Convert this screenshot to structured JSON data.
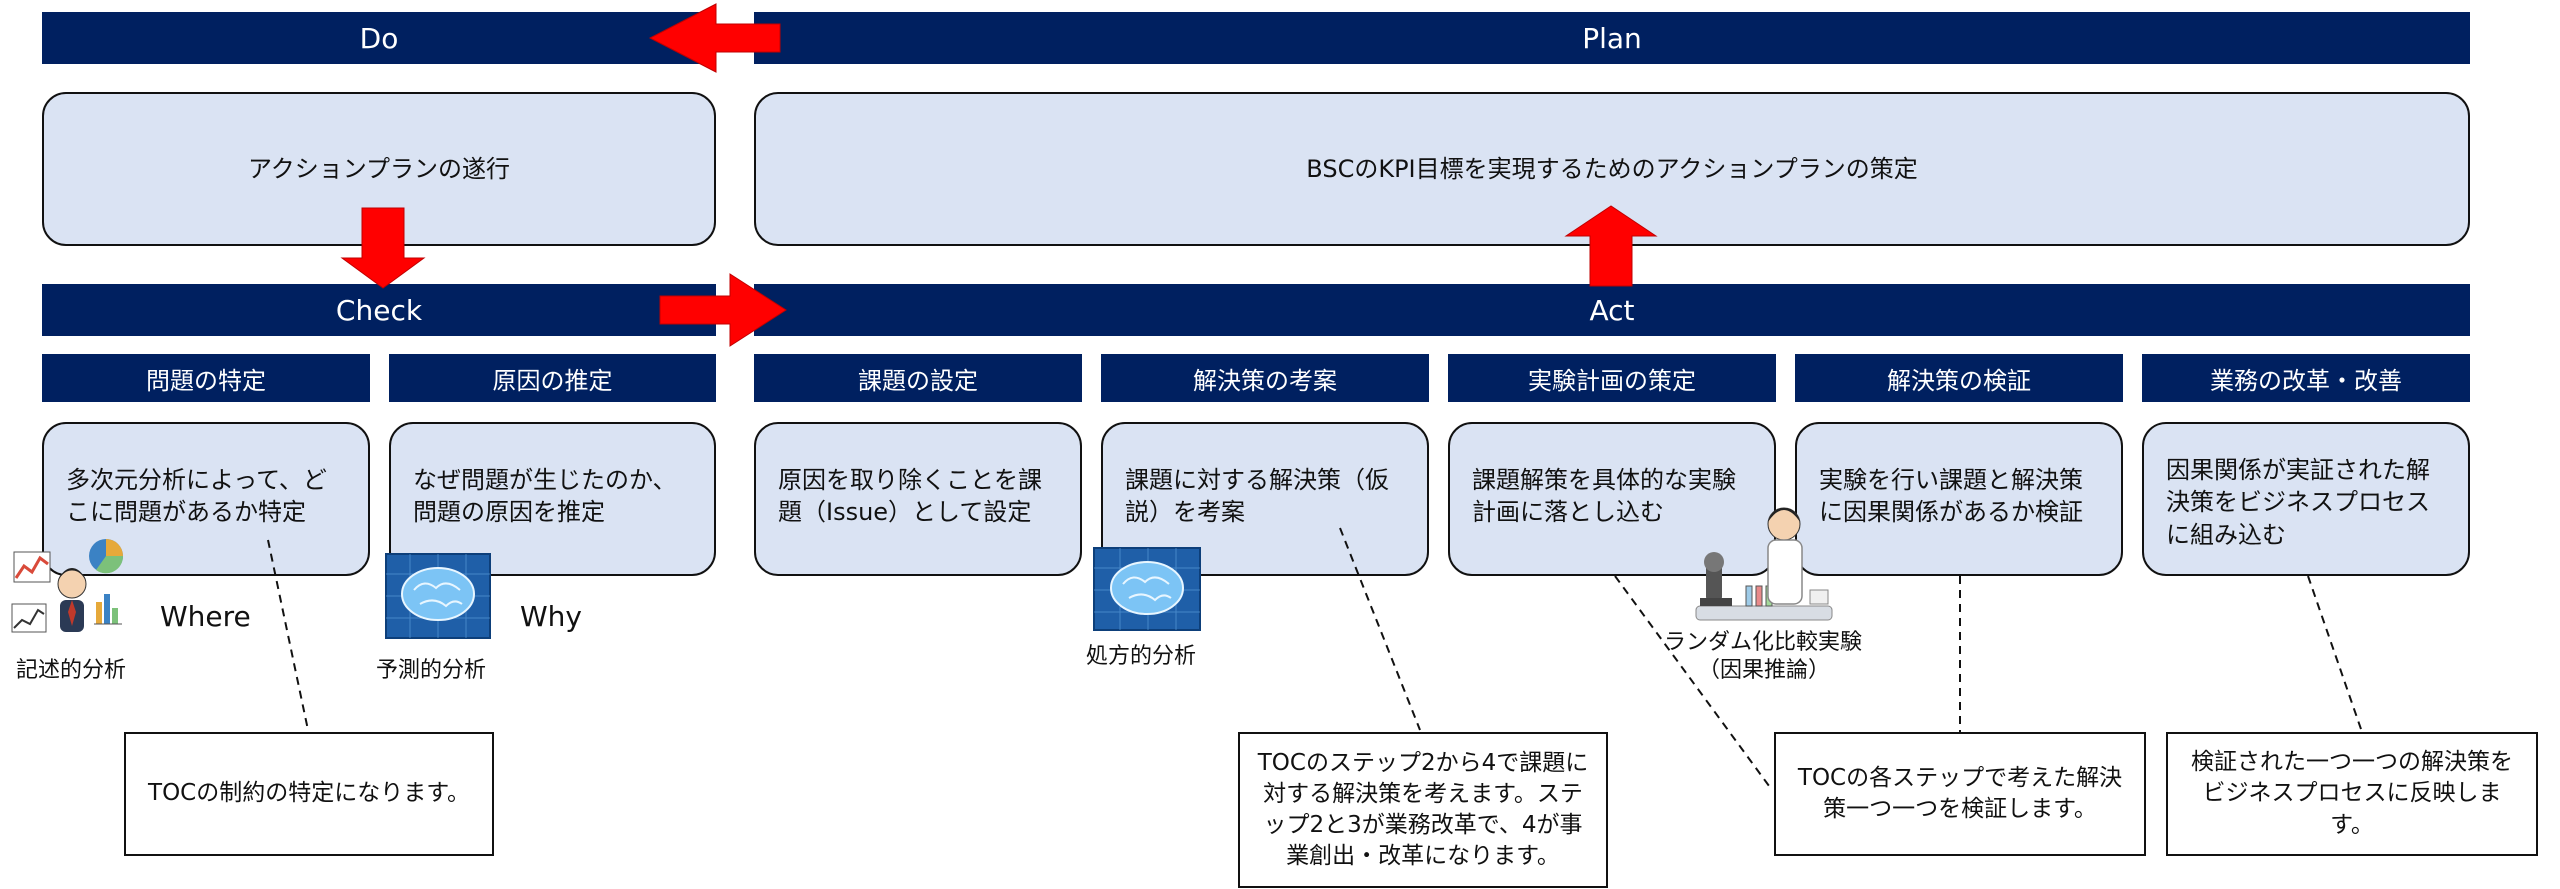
{
  "phases": {
    "do": "Do",
    "plan": "Plan",
    "check": "Check",
    "act": "Act"
  },
  "top_boxes": {
    "do_box": "アクションプランの遂行",
    "plan_box": "BSCのKPI目標を実現するためのアクションプランの策定"
  },
  "steps": [
    {
      "header": "問題の特定",
      "body": "多次元分析によって、どこに問題があるか特定"
    },
    {
      "header": "原因の推定",
      "body": "なぜ問題が生じたのか、問題の原因を推定"
    },
    {
      "header": "課題の設定",
      "body": "原因を取り除くことを課題（Issue）として設定"
    },
    {
      "header": "解決策の考案",
      "body": "課題に対する解決策（仮説）を考案"
    },
    {
      "header": "実験計画の策定",
      "body": "課題解策を具体的な実験計画に落とし込む"
    },
    {
      "header": "解決策の検証",
      "body": "実験を行い課題と解決策に因果関係があるか検証"
    },
    {
      "header": "業務の改革・改善",
      "body": "因果関係が実証された解決策をビジネスプロセスに組み込む"
    }
  ],
  "labels": {
    "where": "Where",
    "why": "Why",
    "descriptive": "記述的分析",
    "predictive": "予測的分析",
    "prescriptive": "処方的分析",
    "rct_line1": "ランダム化比較実験",
    "rct_line2": "（因果推論）"
  },
  "callouts": {
    "c1": "TOCの制約の特定になります。",
    "c2": "TOCのステップ2から4で課題に対する解決策を考えます。ステップ2と3が業務改革で、4が事業創出・改革になります。",
    "c3": "TOCの各ステップで考えた解決策一つ一つを検証します。",
    "c4": "検証された一つ一つの解決策をビジネスプロセスに反映します。"
  },
  "colors": {
    "navy": "#002060",
    "box_fill": "#dae3f3",
    "arrow_red": "#ff0000"
  }
}
